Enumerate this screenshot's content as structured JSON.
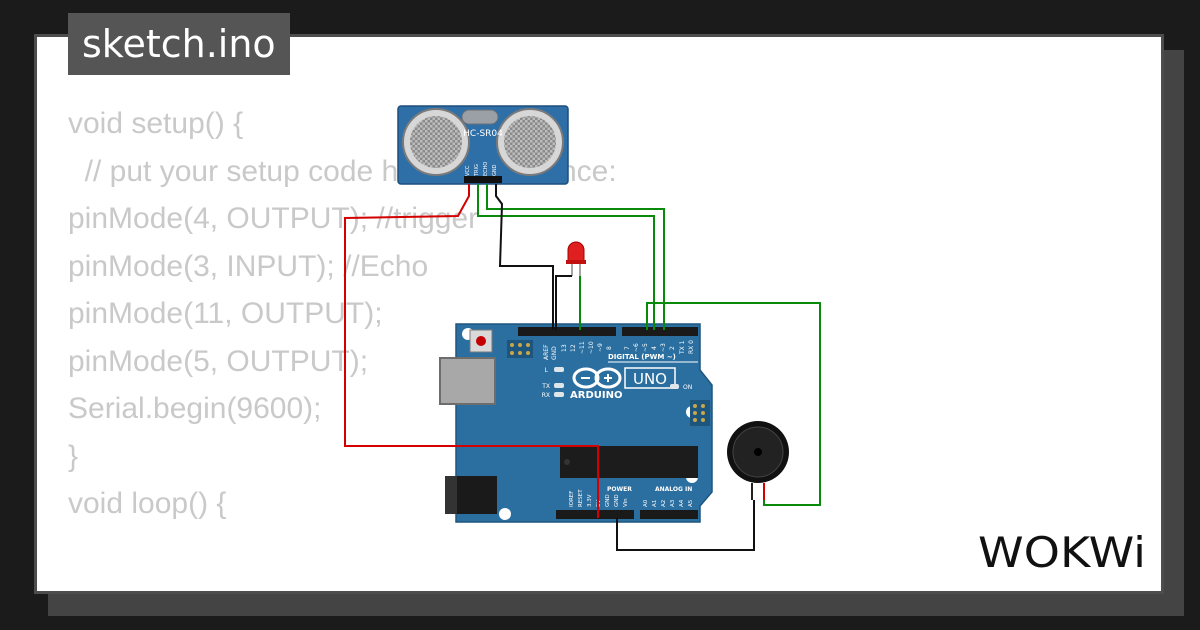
{
  "file_tab": {
    "name": "sketch.ino"
  },
  "code_lines": [
    "void setup() {",
    "  // put your setup code here, to run once:",
    "pinMode(4, OUTPUT); //trigger",
    "pinMode(3, INPUT); //Echo",
    "pinMode(11, OUTPUT);",
    "pinMode(5, OUTPUT);",
    "Serial.begin(9600);",
    "}",
    "",
    "",
    "void loop() {"
  ],
  "sensor": {
    "model": "HC-SR04",
    "pins": [
      "VCC",
      "TRIG",
      "ECHO",
      "GND"
    ]
  },
  "arduino": {
    "brand": "ARDUINO",
    "model": "UNO",
    "digital_header": "DIGITAL (PWM ~)",
    "digital_pins": [
      "AREF",
      "GND",
      "13",
      "12",
      "~11",
      "~10",
      "~9",
      "8",
      "7",
      "~6",
      "~5",
      "4",
      "~3",
      "2",
      "TX 1",
      "RX 0"
    ],
    "power_header": "POWER",
    "power_pins": [
      "IOREF",
      "RESET",
      "3.3V",
      "5V",
      "GND",
      "GND",
      "Vin"
    ],
    "analog_header": "ANALOG IN",
    "analog_pins": [
      "A0",
      "A1",
      "A2",
      "A3",
      "A4",
      "A5"
    ],
    "leds": [
      "L",
      "TX",
      "RX"
    ],
    "on_label": "ON"
  },
  "brand_logo": "WOKWi",
  "colors": {
    "wire_red": "#d40000",
    "wire_green": "#0a8a0a",
    "wire_black": "#111111",
    "board_blue": "#2b6fa0",
    "sensor_blue": "#2f6fa8",
    "code_text": "#c9c9c9"
  }
}
